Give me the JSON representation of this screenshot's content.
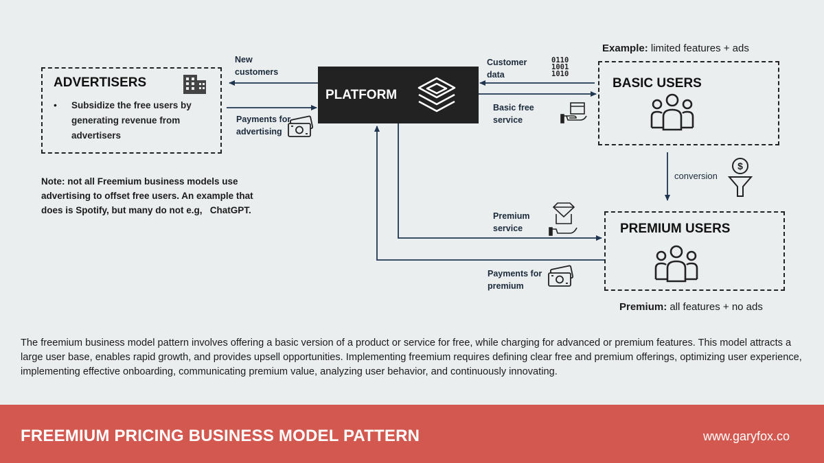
{
  "advertisers": {
    "title": "ADVERTISERS",
    "bullet": "Subsidize the free users by generating revenue from advertisers"
  },
  "note": "Note: not all Freemium business models use advertising to offset free users. An example that does is Spotify, but many do not e.g,   ChatGPT.",
  "platform": {
    "title": "PLATFORM"
  },
  "basic_users": {
    "example_bold": "Example:",
    "example_text": " limited features + ads",
    "title": "BASIC USERS"
  },
  "premium_users": {
    "title": "PREMIUM USERS",
    "caption_bold": "Premium:",
    "caption_text": " all features + no ads"
  },
  "flows": {
    "new_customers": "New\ncustomers",
    "payments_advertising": "Payments for\nadvertising",
    "customer_data": "Customer\ndata",
    "binary": "0110\n1001\n1010",
    "basic_free_service": "Basic free\nservice",
    "conversion": "conversion",
    "premium_service": "Premium\nservice",
    "payments_premium": "Payments for\npremium"
  },
  "description": "The freemium business model pattern involves offering a basic version of a product or service for free, while charging for advanced or premium features. This model attracts a large user base, enables rapid growth, and provides upsell opportunities. Implementing freemium requires defining clear free and premium offerings, optimizing user experience, implementing effective onboarding, communicating premium value, analyzing user behavior, and continuously innovating.",
  "footer": {
    "title": "FREEMIUM PRICING BUSINESS MODEL PATTERN",
    "url": "www.garyfox.co"
  },
  "colors": {
    "background": "#ebeeef",
    "arrow": "#1f3550",
    "footer": "#d3584f",
    "platform": "#222222"
  },
  "icons": [
    "building-icon",
    "layers-icon",
    "binary-data-icon",
    "box-hand-icon",
    "users-icon",
    "money-icon",
    "dollar-funnel-icon",
    "diamond-hand-icon"
  ]
}
